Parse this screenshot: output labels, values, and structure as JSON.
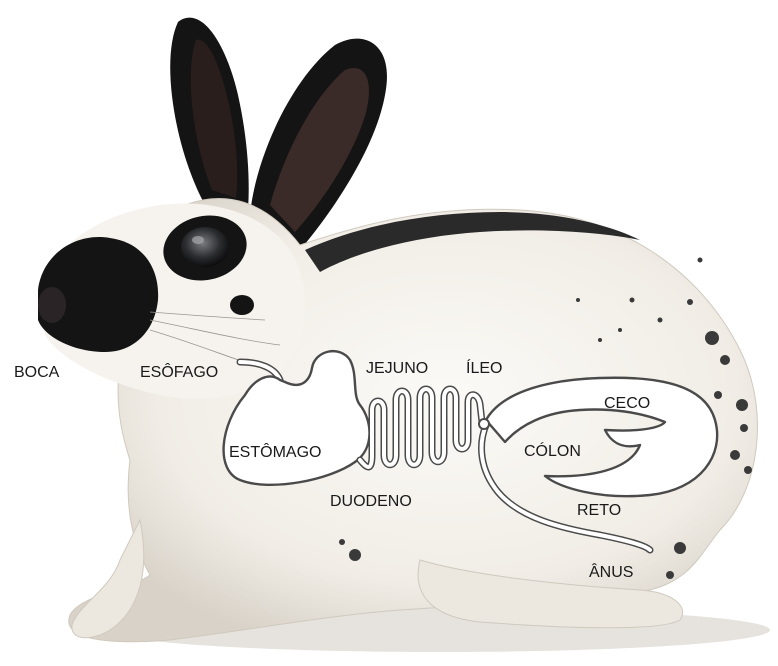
{
  "diagram": {
    "labels": {
      "boca": "BOCA",
      "esofago": "ESÔFAGO",
      "jejuno": "JEJUNO",
      "ileo": "ÍLEO",
      "ceco": "CECO",
      "estomago": "ESTÔMAGO",
      "colon": "CÓLON",
      "duodeno": "DUODENO",
      "reto": "RETO",
      "anus": "ÂNUS"
    },
    "colors": {
      "fur": "#f4f1ec",
      "fur_shadow": "#d9d4cc",
      "black_marking": "#141414",
      "ear_inner": "#3a2a28",
      "gut_outline": "#4a4a4a",
      "gut_fill": "#ffffff"
    }
  }
}
